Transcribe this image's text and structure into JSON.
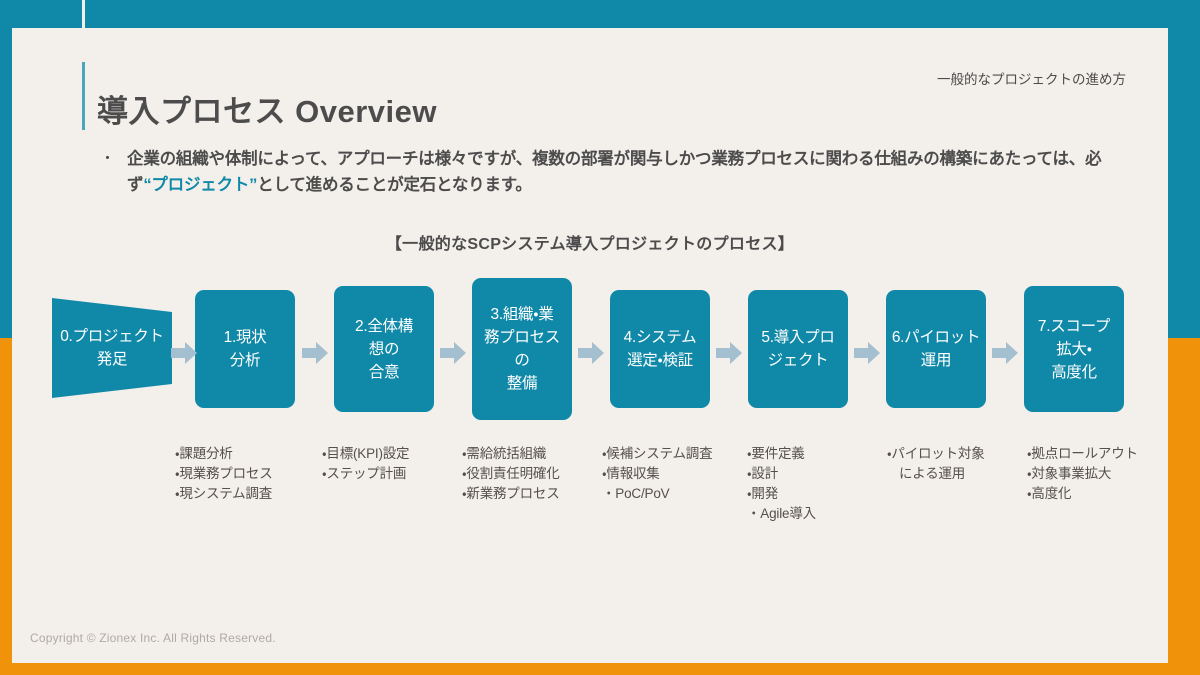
{
  "theme": {
    "teal": "#1089a8",
    "orange": "#f0930a",
    "background": "#f3efeb",
    "arrow": "#a3bfd0",
    "text": "#4c4c4c",
    "accent_line": "#49a6bd"
  },
  "header": {
    "title": "導入プロセス  Overview",
    "tag": "一般的なプロジェクトの進め方"
  },
  "lead": {
    "marker": "・",
    "part1": "企業の組織や体制によって、アプローチは様々ですが、複数の部署が関与しかつ業務プロセスに関わる仕組みの構築にあたっては、必ず",
    "highlight": "“プロジェクト”",
    "part2": "として進めることが定石となります。"
  },
  "section_caption": "【一般的なSCPシステム導入プロジェクトのプロセス】",
  "flow": {
    "nodes": [
      {
        "label": "0.プロジェクト\n発足",
        "shape": "trapezoid"
      },
      {
        "label": "1.現状\n分析",
        "shape": "rounded"
      },
      {
        "label": "2.全体構\n想の\n合意",
        "shape": "rounded"
      },
      {
        "label": "3.組織・業\n務プロセス\nの\n整備",
        "shape": "rounded"
      },
      {
        "label": "4.システム\n選定・検証",
        "shape": "rounded"
      },
      {
        "label": "5.導入プロ\nジェクト",
        "shape": "rounded"
      },
      {
        "label": "6.パイロット\n運用",
        "shape": "rounded"
      },
      {
        "label": "7.スコープ\n拡大・\n高度化",
        "shape": "rounded"
      }
    ],
    "arrow_count": 7,
    "arrow_icon": "arrow-right-icon"
  },
  "details": {
    "columns": [
      {
        "items": []
      },
      {
        "items": [
          "・課題分析",
          "・現業務プロセス",
          "・現システム調査"
        ]
      },
      {
        "items": [
          "・目標(KPI)設定",
          "・ステップ計画"
        ]
      },
      {
        "items": [
          "・需給統括組織",
          "・役割責任明確化",
          "・新業務プロセス"
        ]
      },
      {
        "items": [
          "・候補システム調査",
          "・情報収集",
          "・PoC/PoV"
        ]
      },
      {
        "items": [
          "・要件定義",
          "・設計",
          "・開発",
          "・Agile導入"
        ]
      },
      {
        "items": [
          "・パイロット対象",
          "による運用"
        ]
      },
      {
        "items": [
          "・拠点ロールアウト",
          "・対象事業拡大",
          "・高度化"
        ]
      }
    ]
  },
  "footer": {
    "copyright": "Copyright © Zionex Inc. All Rights Reserved."
  }
}
